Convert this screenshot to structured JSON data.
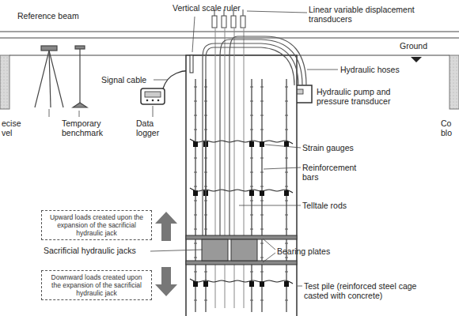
{
  "diagram": {
    "nodes": [
      {
        "text": [
          "Upward loads created upon the expansion of the sacrificial hydraulic jack"
        ]
      },
      {
        "text": [
          "Downward loads created upon the expansion of the sacrificial hydraulic jack"
        ]
      }
    ],
    "labels": [
      "Reference beam",
      "Vertical scale ruler",
      "Linear variable displacement transducers",
      "Hydraulic hoses",
      "Signal cable",
      "Hydraulic pump and pressure transducer",
      "Ground",
      "ecise vel",
      "Temporary benchmark",
      "Data logger",
      "Co blo",
      "Strain gauges",
      "Reinforcement bars",
      "Telltale rods",
      "Sacrificial hydraulic jacks",
      "Bearing plates",
      "Test pile (reinforced steel cage casted with concrete)"
    ]
  }
}
